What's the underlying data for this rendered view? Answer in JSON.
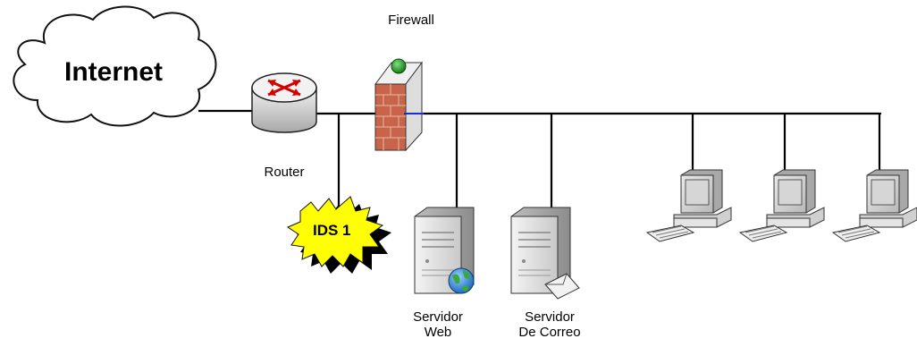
{
  "labels": {
    "cloud": "Internet",
    "firewall": "Firewall",
    "router": "Router",
    "ids": "IDS 1",
    "web_server_line1": "Servidor",
    "web_server_line2": "Web",
    "mail_server_line1": "Servidor",
    "mail_server_line2": "De Correo"
  },
  "nodes": [
    {
      "id": "internet",
      "icon": "cloud-icon"
    },
    {
      "id": "router",
      "icon": "router-icon"
    },
    {
      "id": "firewall",
      "icon": "brick-wall-icon"
    },
    {
      "id": "ids",
      "icon": "starburst-icon"
    },
    {
      "id": "web_server",
      "icon": "server-globe-icon"
    },
    {
      "id": "mail_server",
      "icon": "server-envelope-icon"
    },
    {
      "id": "workstation_1",
      "icon": "desktop-computer-icon"
    },
    {
      "id": "workstation_2",
      "icon": "desktop-computer-icon"
    },
    {
      "id": "workstation_3",
      "icon": "desktop-computer-icon"
    }
  ],
  "links": [
    [
      "internet",
      "router"
    ],
    [
      "router",
      "firewall"
    ],
    [
      "router",
      "ids"
    ],
    [
      "firewall",
      "web_server"
    ],
    [
      "firewall",
      "mail_server"
    ],
    [
      "firewall",
      "workstation_1"
    ],
    [
      "firewall",
      "workstation_2"
    ],
    [
      "firewall",
      "workstation_3"
    ]
  ],
  "colors": {
    "line": "#000000",
    "brick": "#c8644a",
    "ids_fill": "#ffff00",
    "router_arrow": "#e00000",
    "globe": "#2e8bd6",
    "firewall_dot": "#2a9a2a"
  }
}
